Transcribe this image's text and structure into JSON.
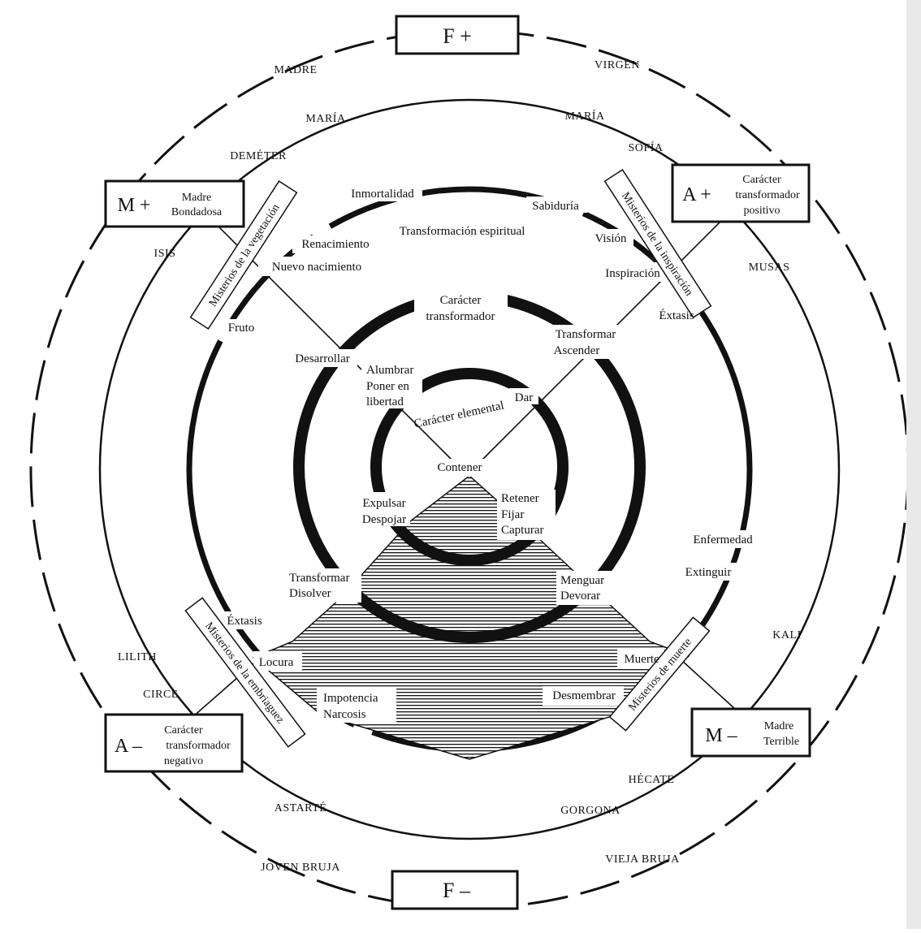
{
  "poles": {
    "f_plus": "F +",
    "f_minus": "F –",
    "m_plus": "M +",
    "m_plus_desc": [
      "Madre",
      "Bondadosa"
    ],
    "m_minus": "M –",
    "m_minus_desc": [
      "Madre",
      "Terrible"
    ],
    "a_plus": "A +",
    "a_plus_desc": [
      "Carácter",
      "transformador",
      "positivo"
    ],
    "a_minus": "A –",
    "a_minus_desc": [
      "Carácter",
      "transformador",
      "negativo"
    ]
  },
  "figures": {
    "madre": "MADRE",
    "virgen": "VIRGEN",
    "maria_left": "MARÍA",
    "maria_right": "MARÍA",
    "demeter": "DEMÉTER",
    "sofia": "SOFÍA",
    "isis": "ISIS",
    "musas": "MUSAS",
    "lilith": "LILITH",
    "circe": "CIRCE",
    "kali": "KALI",
    "hecate": "HÉCATE",
    "astarte": "ASTARTÉ",
    "gorgona": "GORGONA",
    "joven_bruja": "JOVEN BRUJA",
    "vieja_bruja": "VIEJA BRUJA"
  },
  "mysteries": {
    "vegetacion": "Misterios de la vegetación",
    "inspiracion": "Misterios de la inspiración",
    "embriaguez": "Misterios de la embriaguez",
    "muerte": "Misterios de muerte"
  },
  "labels": {
    "inmortalidad": "Inmortalidad",
    "sabiduria": "Sabiduría",
    "transformacion_espiritual": "Transformación espiritual",
    "renacimiento": "Renacimiento",
    "nuevo_nacimiento": "Nuevo nacimiento",
    "vision": "Visión",
    "inspiracion": "Inspiración",
    "extasis_right": "Éxtasis",
    "fruto": "Fruto",
    "caracter_transformador": [
      "Carácter",
      "transformador"
    ],
    "transformar_ascender": [
      "Transformar",
      "Ascender"
    ],
    "desarrollar": "Desarrollar",
    "alumbrar": [
      "Alumbrar",
      "Poner en",
      "libertad"
    ],
    "dar": "Dar",
    "caracter_elemental": "Carácter elemental",
    "contener": "Contener",
    "expulsar": [
      "Expulsar",
      "Despojar"
    ],
    "retener": [
      "Retener",
      "Fijar",
      "Capturar"
    ],
    "enfermedad": "Enfermedad",
    "extinguir": "Extinguir",
    "transformar_disolver": [
      "Transformar",
      "Disolver"
    ],
    "menguar_devorar": [
      "Menguar",
      "Devorar"
    ],
    "extasis_left": "Éxtasis",
    "locura": "Locura",
    "muerte": "Muerte",
    "impotencia": [
      "Impotencia",
      "Narcosis"
    ],
    "desmembrar": "Desmembrar"
  }
}
